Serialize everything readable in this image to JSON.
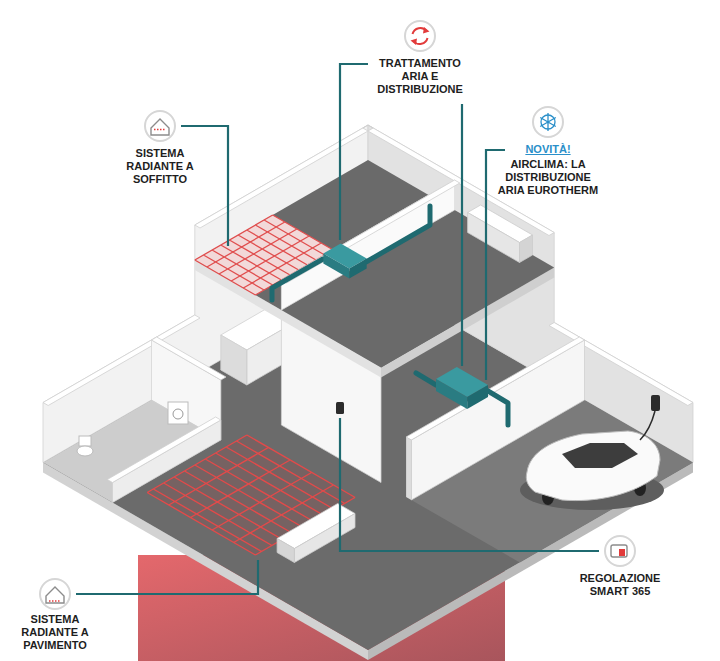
{
  "diagram": {
    "labels": [
      "TRATTAMENTO ARIA E DISTRIBUZIONE",
      "SISTEMA RADIANTE A SOFFITTO",
      "NOVITÀ!",
      "AIRCLIMA: LA DISTRIBUZIONE ARIA EUROTHERM",
      "REGOLAZIONE SMART 365",
      "SISTEMA RADIANTE A PAVIMENTO"
    ]
  }
}
